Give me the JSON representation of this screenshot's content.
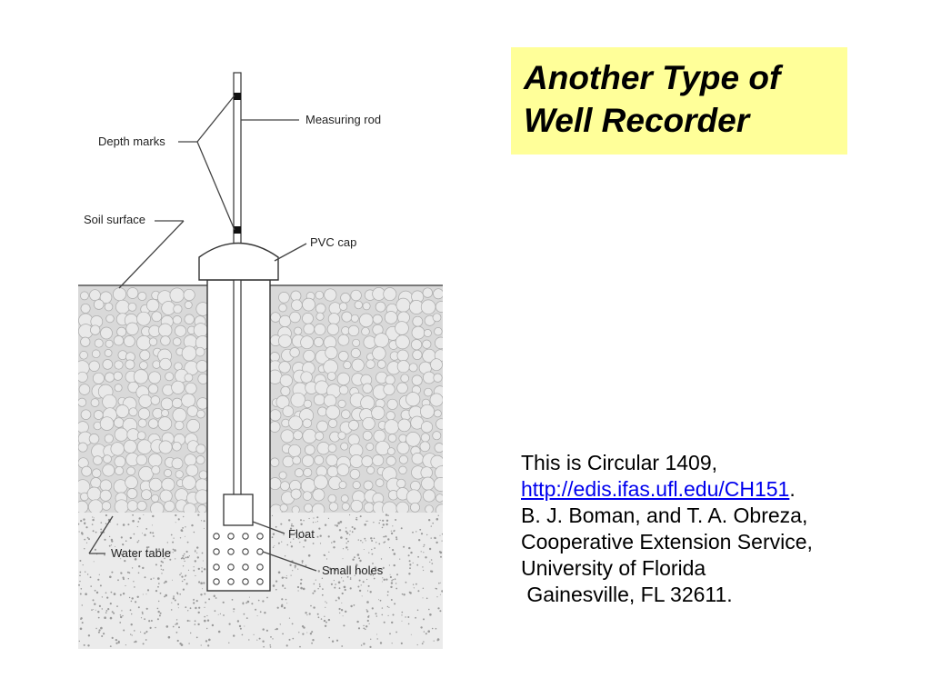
{
  "title": {
    "line1": "Another Type of",
    "line2": "Well Recorder"
  },
  "caption": {
    "line1": "This is Circular 1409,",
    "link_text": "http://edis.ifas.ufl.edu/CH151",
    "link_suffix": ".",
    "line3": "B. J. Boman, and T. A. Obreza,",
    "line4": "Cooperative Extension Service,",
    "line5": "University of Florida",
    "line6": " Gainesville, FL 32611."
  },
  "diagram": {
    "labels": {
      "measuring_rod": "Measuring rod",
      "depth_marks": "Depth marks",
      "soil_surface": "Soil surface",
      "pvc_cap": "PVC cap",
      "float": "Float",
      "water_table": "Water table",
      "small_holes": "Small holes"
    }
  },
  "colors": {
    "title_background": "#ffff99",
    "link": "#0000ee"
  }
}
